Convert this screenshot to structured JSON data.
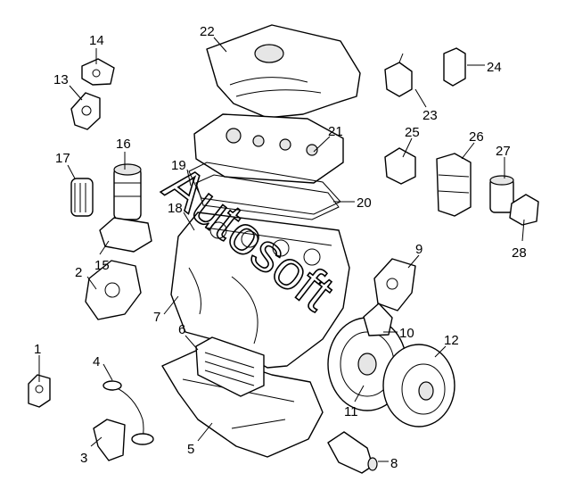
{
  "callouts": [
    "1",
    "2",
    "3",
    "4",
    "5",
    "6",
    "7",
    "8",
    "9",
    "10",
    "11",
    "12",
    "13",
    "14",
    "15",
    "16",
    "17",
    "18",
    "19",
    "20",
    "21",
    "22",
    "23",
    "24",
    "25",
    "26",
    "27",
    "28"
  ],
  "watermark": {
    "text": "Autosoft"
  }
}
